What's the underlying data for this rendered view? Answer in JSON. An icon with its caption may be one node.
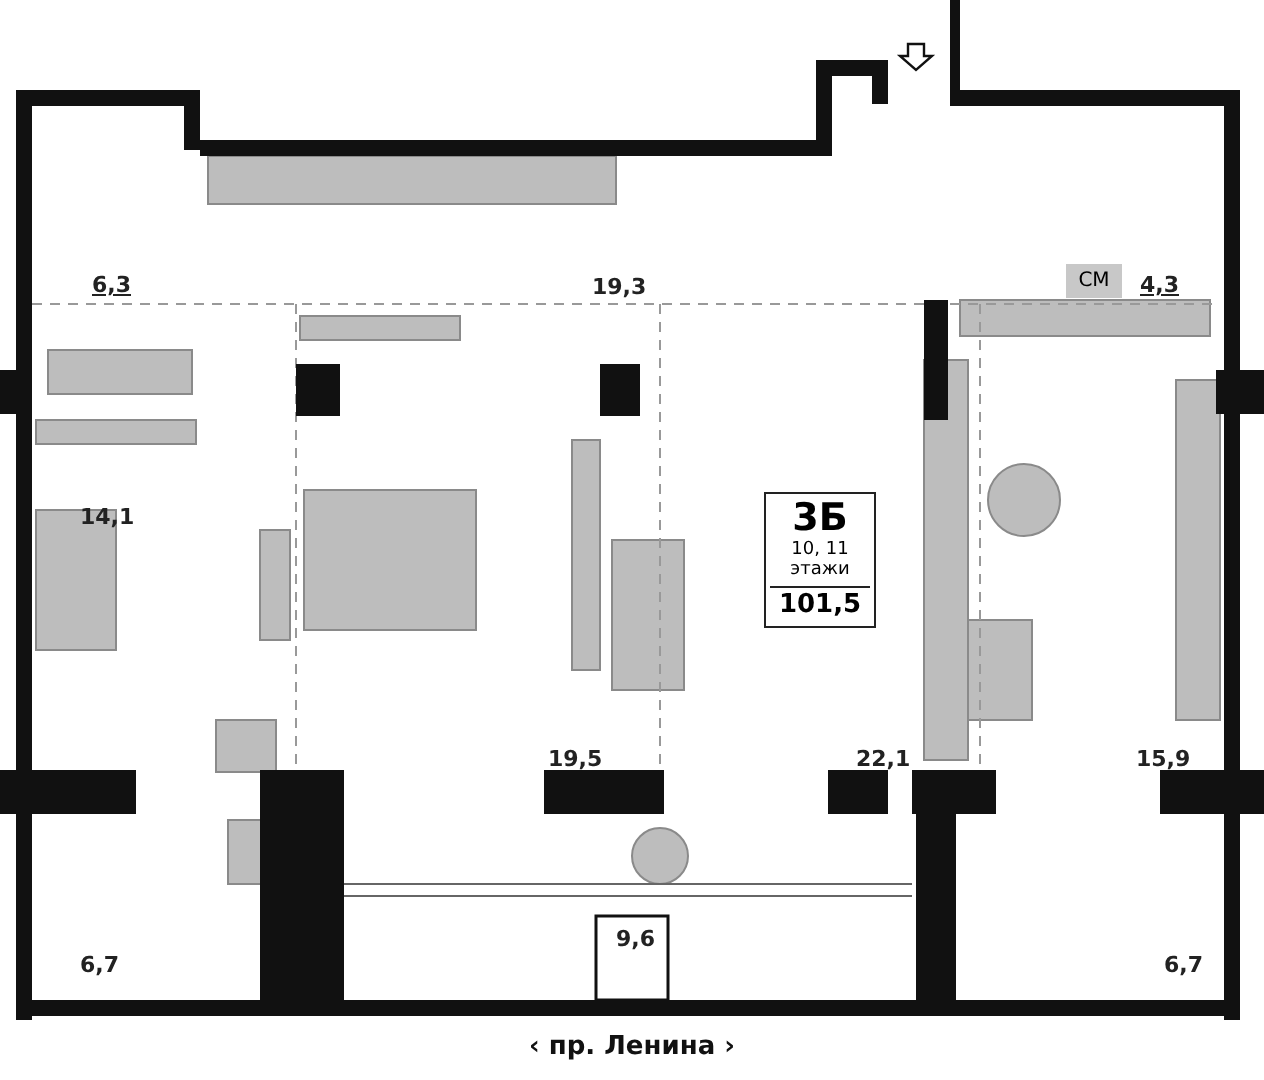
{
  "diagram": {
    "nodes": [
      {
        "text": [
          "3Б",
          "10, 11 этажи",
          "101,5"
        ]
      },
      {
        "text": [
          "СМ"
        ]
      }
    ],
    "labels": [
      "6,3",
      "19,3",
      "4,3",
      "14,1",
      "19,5",
      "22,1",
      "15,9",
      "6,7",
      "9,6",
      "6,7",
      "‹ пр. Ленина ›"
    ]
  }
}
